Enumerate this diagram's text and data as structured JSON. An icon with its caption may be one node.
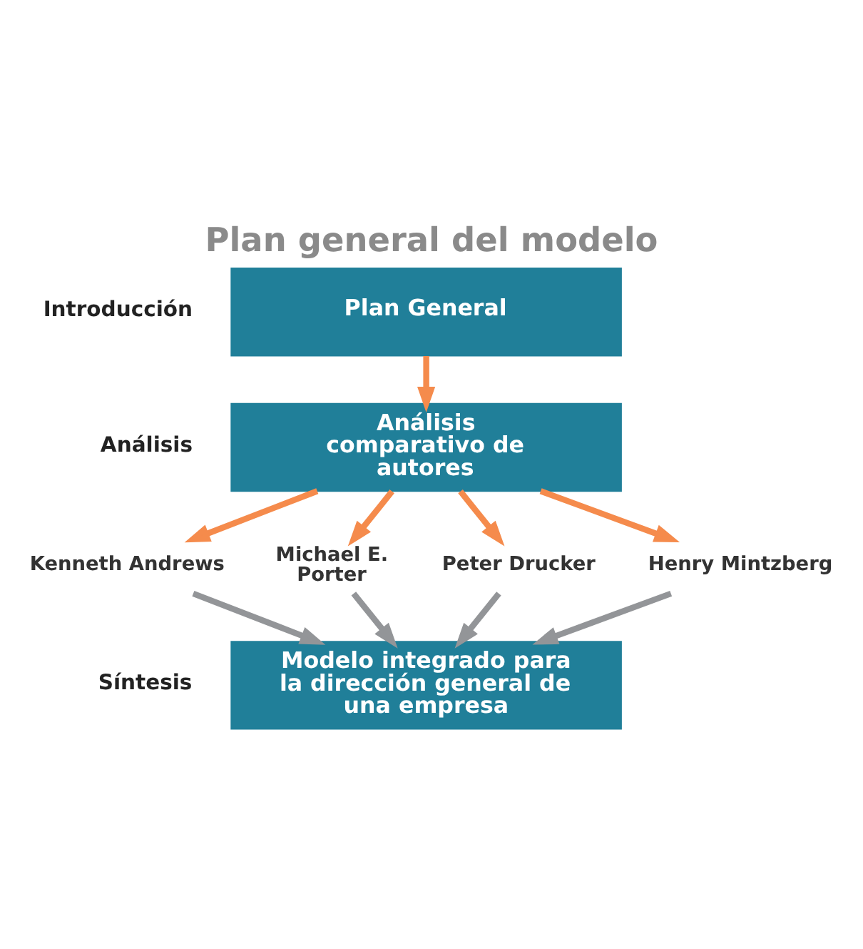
{
  "diagram": {
    "title": "Plan general del modelo",
    "nodes": [
      {
        "text": [
          "Plan General"
        ]
      },
      {
        "text": [
          "Análisis comparativo de autores"
        ]
      },
      {
        "text": [
          "Kenneth Andrews"
        ]
      },
      {
        "text": [
          "Michael E. Porter"
        ]
      },
      {
        "text": [
          "Peter Drucker"
        ]
      },
      {
        "text": [
          "Henry Mintzberg"
        ]
      },
      {
        "text": [
          "Modelo integrado para la dirección general de una empresa"
        ]
      }
    ],
    "edges": [
      {
        "from": 0,
        "to": 1,
        "arrow": "to"
      },
      {
        "from": 1,
        "to": 2,
        "arrow": "to"
      },
      {
        "from": 1,
        "to": 3,
        "arrow": "to"
      },
      {
        "from": 1,
        "to": 4,
        "arrow": "to"
      },
      {
        "from": 1,
        "to": 5,
        "arrow": "to"
      },
      {
        "from": 2,
        "to": 6,
        "arrow": "to",
        "color": "#939598"
      },
      {
        "from": 3,
        "to": 6,
        "arrow": "to",
        "color": "#939598"
      },
      {
        "from": 4,
        "to": 6,
        "arrow": "to",
        "color": "#939598"
      },
      {
        "from": 5,
        "to": 6,
        "arrow": "to",
        "color": "#939598"
      }
    ],
    "labels": [
      "Introducción",
      "Análisis",
      "Síntesis"
    ]
  }
}
